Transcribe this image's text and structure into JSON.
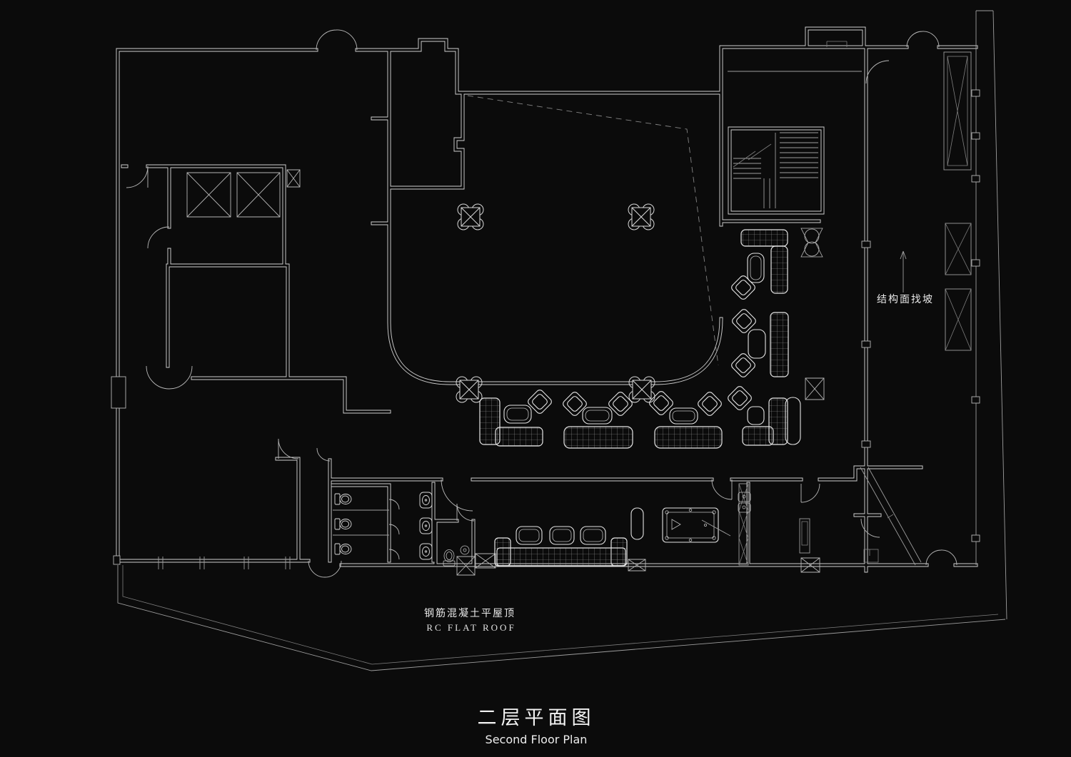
{
  "drawing": {
    "type": "architectural floor plan",
    "title_cn": "二层平面图",
    "title_en": "Second Floor Plan",
    "roof_label_cn": "钢筋混凝土平屋顶",
    "roof_label_en": "RC FLAT ROOF",
    "slope_label": "结构面找坡"
  },
  "colors": {
    "background": "#0b0b0b",
    "wall_line": "#cfcfcf",
    "furniture_line": "#e3e3e3",
    "dim_line": "#8f8f8f"
  }
}
